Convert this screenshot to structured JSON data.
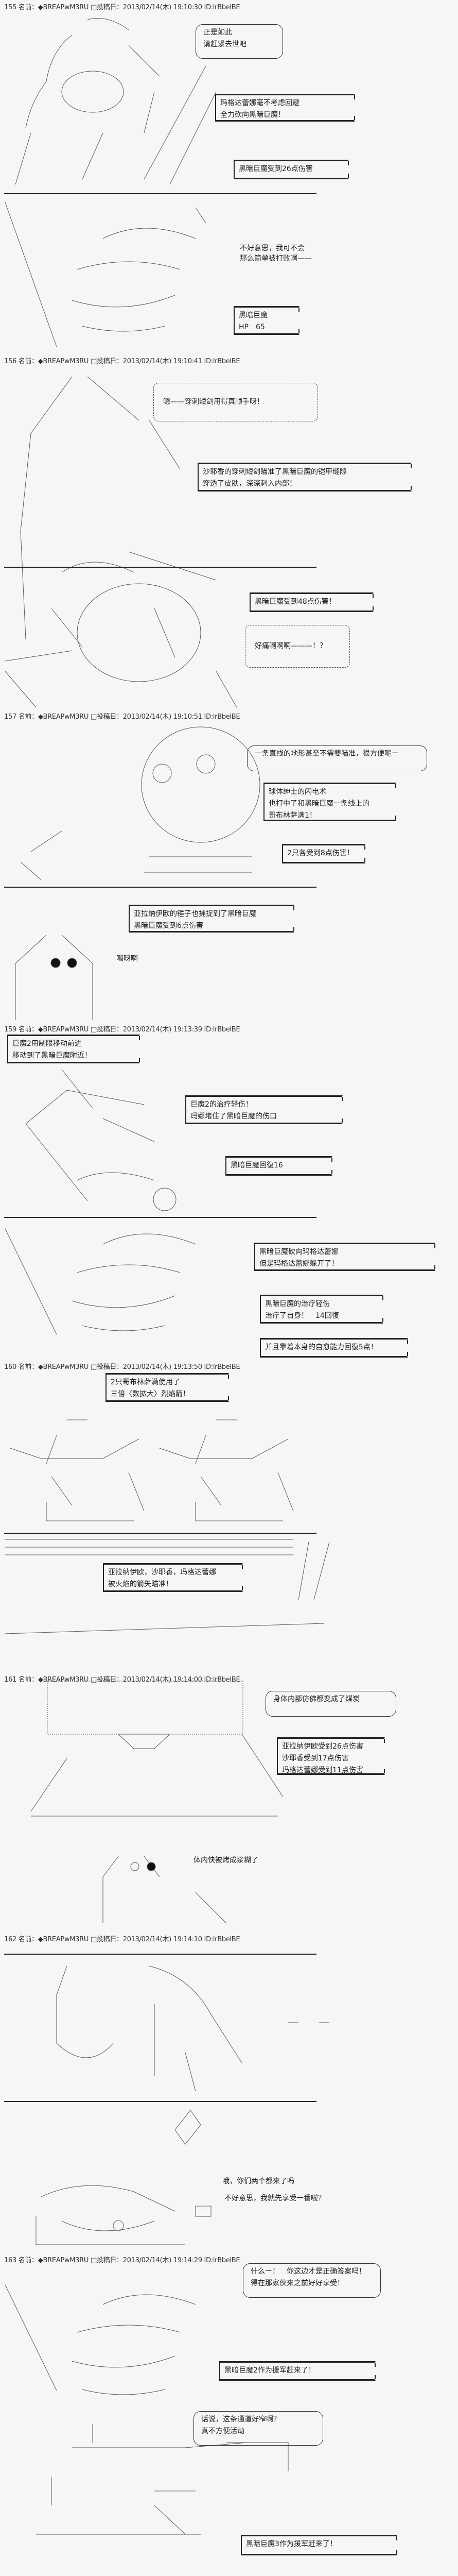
{
  "posts": [
    {
      "header": "155 名前：◆BREAPwM3RU □投稿日：2013/02/14(木) 19:10:30 ID:lrBbelBE",
      "boxes": [
        "正是如此\n请赶紧去世吧",
        "玛格达蕾娜毫不考虑回避\n全力砍向黑暗巨魔！",
        "黑暗巨魔受到26点伤害",
        "不好意思，我可不会\n那么简单被打败啊——",
        "黑暗巨魔\nHP　65"
      ]
    },
    {
      "header": "156 名前：◆BREAPwM3RU □投稿日：2013/02/14(木) 19:10:41 ID:lrBbelBE",
      "boxes": [
        "嗯——穿刺短剑用得真顺手呀！",
        "沙耶香的穿刺短剑瞄准了黑暗巨魔的铠甲缝隙\n穿透了皮肤，深深刺入内部！",
        "黑暗巨魔受到48点伤害！",
        "好痛啊啊啊———！？"
      ]
    },
    {
      "header": "157 名前：◆BREAPwM3RU □投稿日：2013/02/14(木) 19:10:51 ID:lrBbelBE",
      "boxes": [
        "一条直线的地形甚至不需要瞄准，很方便呢ー",
        "球体绅士的闪电术\n也打中了和黑暗巨魔一条线上的\n哥布林萨满1！",
        "2只各受到8点伤害！",
        "亚拉纳伊欧的锤子也捕捉到了黑暗巨魔\n黑暗巨魔受到6点伤害",
        "喝呀啊"
      ]
    },
    {
      "header": "159 名前：◆BREAPwM3RU □投稿日：2013/02/14(木) 19:13:39 ID:lrBbelBE",
      "boxes": [
        "巨魔2用制限移动前进\n移动到了黑暗巨魔附近！",
        "巨魔2的治疗轻伤！\n玛娜堵住了黑暗巨魔的伤口",
        "黑暗巨魔回復16",
        "黑暗巨魔砍向玛格达蕾娜\n但是玛格达蕾娜躲开了！",
        "黑暗巨魔的治疗轻伤\n治疗了自身！　14回復",
        "并且靠着本身的自愈能力回復5点！"
      ]
    },
    {
      "header": "160 名前：◆BREAPwM3RU □投稿日：2013/02/14(木) 19:13:50 ID:lrBbelBE",
      "boxes": [
        "2只哥布林萨满使用了\n三倍〈数拡大〉烈焰箭！",
        "亚拉纳伊欧，沙耶香，玛格达蕾娜\n被火焰的箭矢瞄准！"
      ]
    },
    {
      "header": "161 名前：◆BREAPwM3RU □投稿日：2013/02/14(木) 19:14:00 ID:lrBbelBE",
      "boxes": [
        "身体内部仿佛都变成了煤炭",
        "亚拉纳伊欧受到26点伤害\n沙耶香受到17点伤害\n玛格达蕾娜受到11点伤害",
        "体内快被烤成浆糊了"
      ]
    },
    {
      "header": "162 名前：◆BREAPwM3RU □投稿日：2013/02/14(木) 19:14:10 ID:lrBbelBE",
      "boxes": [
        "哦，你们两个都来了吗",
        "不好意思，我就先享受一番啦？"
      ]
    },
    {
      "header": "163 名前：◆BREAPwM3RU □投稿日：2013/02/14(木) 19:14:29 ID:lrBbelBE",
      "boxes": [
        "什么ー！　你这边才是正确答案吗！\n得在那家伙来之前好好享受！",
        "黑暗巨魔2作为援军赶来了！",
        "话说，这条通道好窄啊？\n真不方便活动",
        "黑暗巨魔3作为援军赶来了！"
      ]
    }
  ]
}
